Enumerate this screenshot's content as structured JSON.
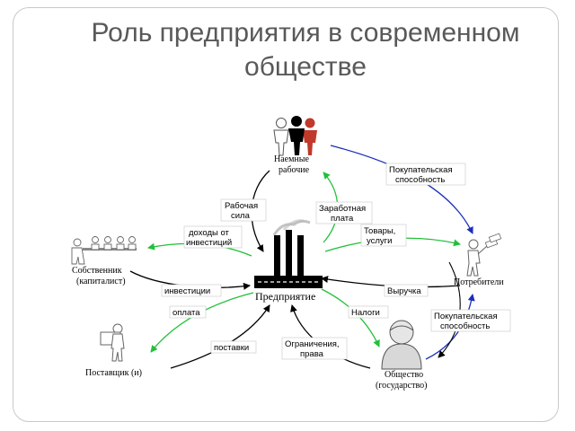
{
  "title": {
    "line1": "Роль предприятия в современном",
    "line2": "обществе"
  },
  "nodes": {
    "enterprise": "Предприятие",
    "workers": [
      "Наемные",
      "рабочие"
    ],
    "owners": [
      "Собственник",
      "(капиталист)"
    ],
    "consumers": "Потребители",
    "supplier": "Поставщик (и)",
    "society": [
      "Общество",
      "(государство)"
    ]
  },
  "flows": {
    "labor": [
      "Рабочая",
      "сила"
    ],
    "wages": [
      "Заработная",
      "плата"
    ],
    "investment_income": [
      "доходы от",
      "инвестиций"
    ],
    "goods": [
      "Товары,",
      "услуги"
    ],
    "purchasing_power_top": [
      "Покупательская",
      "способность"
    ],
    "investments": "инвестиции",
    "revenue": "Выручка",
    "payment": "оплата",
    "taxes": "Налоги",
    "purchasing_power_bottom": [
      "Покупательская",
      "способность"
    ],
    "supplies": "поставки",
    "restrictions": [
      "Ограничения,",
      "права"
    ]
  },
  "colors": {
    "green": "#22c03a",
    "blue": "#1a2fb8",
    "black": "#000000",
    "title": "#595959"
  },
  "icons": [
    "workers-group-icon",
    "factory-icon",
    "owners-group-icon",
    "consumer-figure-icon",
    "supplier-figure-icon",
    "society-person-icon"
  ]
}
